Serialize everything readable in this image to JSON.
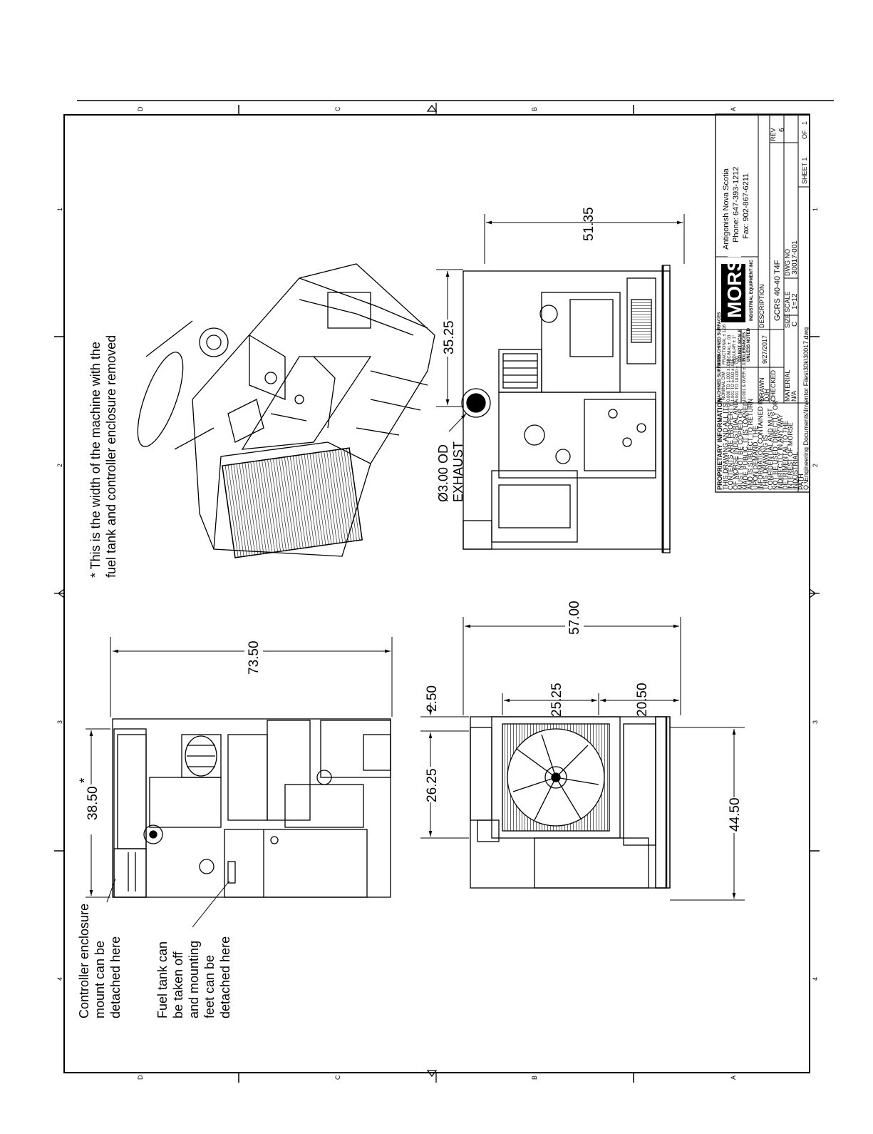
{
  "zones": {
    "letters": [
      "D",
      "C",
      "B",
      "A"
    ],
    "numbers": [
      "1",
      "2",
      "3",
      "4"
    ]
  },
  "notes": {
    "width_note_line1": "* This is the width of the machine with the",
    "width_note_line2": "fuel tank and controller enclosure removed",
    "controller_note": [
      "Controller enclosure",
      "mount can be",
      "detached here"
    ],
    "fuel_note": [
      "Fuel tank can",
      "be taken off",
      "and mounting",
      "feet can be",
      "detached here"
    ],
    "exhaust_line1": "Ø3.00 OD",
    "exhaust_line2": "EXHAUST"
  },
  "dimensions": {
    "d_73_50": "73.50",
    "d_38_50": "38.50",
    "d_38_50_star": "*",
    "d_57_00": "57.00",
    "d_26_25": "26.25",
    "d_2_50": "2.50",
    "d_25_25": "25.25",
    "d_20_50": "20.50",
    "d_44_50": "44.50",
    "d_35_25": "35.25",
    "d_51_35": "51.35"
  },
  "title_block": {
    "company_logo": "MORSE",
    "company_sub": "INDUSTRIAL EQUIPMENT INC",
    "address": "Antigonish Nova Scotia",
    "phone": "Phone: 647-393-1212",
    "fax": "Fax: 902-867-6211",
    "description_label": "DESCRIPTION",
    "description": "GCRS 40-40 T4F",
    "size_label": "SIZE",
    "size": "C",
    "scale_label": "SCALE",
    "scale": "1=12",
    "dwg_no_label": "DWG NO",
    "dwg_no": "30017-001",
    "rev_label": "REV",
    "rev": "6",
    "sheet": "SHEET 1",
    "of": "OF",
    "of_total": "1",
    "drawn_label": "DRAWN",
    "drawn": "DJH",
    "date": "9/27/2017",
    "checked_label": "CHECKED",
    "material_label": "MATERIAL",
    "material": "N/A",
    "path_label": "PATH",
    "path": "Q:\\Engineering Documents\\Inventor Files\\30k\\30017.dwg",
    "proprietary_title": "PROPRIETARY INFORMATION",
    "proprietary_text": [
      "THIS DRAWING AND ALL ITS",
      "CONTENTS ARE PROPERTY",
      "OF MORSE INDUSTRIAL AND",
      "MUST NOT BE COPIED OR",
      "MADE PUBLIC. IT IS LOANED",
      "AND IS SUBJECT TO RETURN",
      "UPON DEMAND. THE",
      "INFORMATION CONTAINED IN",
      "THIS DRAWING IS",
      "CONFIDENTIAL AND MUST",
      "NOT BE USED, DIRECTLY OR",
      "INDIRECTLY IN ANY WAY",
      "DETRIMENTAL TO THE",
      "INTEREST OF MORSE",
      "INDUSTRIAL"
    ],
    "machined_title": "MACHINED SURFACES",
    "machined_lines": [
      "NOMINAL DIM",
      "0.000 TO 1.000 ± .010",
      "1.001 TO 5.000 ± .015",
      "5.001 TO 10.000 ± .020",
      "10.001 & OVER ± .025"
    ],
    "unmachined_title": "UNMACHINED SURFACES",
    "unmachined_lines": [
      "FRACTIONAL ± 1/16",
      "DECIMAL ± .03",
      "ANGULAR ± 1°",
      "DO NOT SCALE",
      "TOLERANCES",
      "UNLESS NOTED"
    ]
  }
}
